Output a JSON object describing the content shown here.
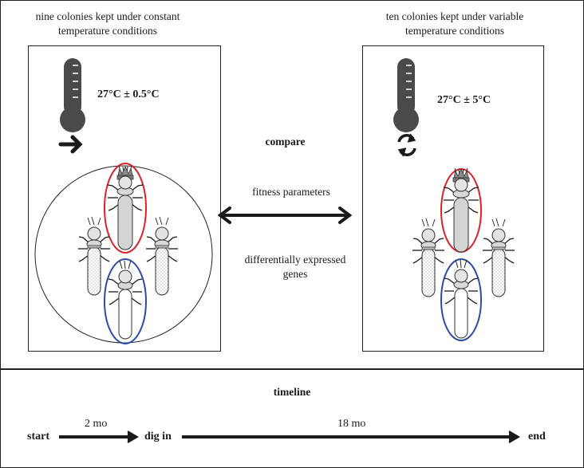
{
  "left_group": {
    "heading_line1": "nine colonies kept under constant",
    "heading_line2": "temperature conditions",
    "temperature": "27°C ± 0.5°C",
    "indicator_icon": "arrow-right-icon"
  },
  "right_group": {
    "heading_line1": "ten colonies kept under variable",
    "heading_line2": "temperature conditions",
    "temperature": "27°C ± 5°C",
    "indicator_icon": "cycle-arrows-icon"
  },
  "center": {
    "compare_label": "compare",
    "fitness_label": "fitness parameters",
    "genes_line1": "differentially expressed",
    "genes_line2": "genes"
  },
  "timeline": {
    "title": "timeline",
    "start": "start",
    "interval_1": "2 mo",
    "dig_in": "dig in",
    "interval_2": "18 mo",
    "end": "end"
  },
  "colors": {
    "queen_outline": "#d9232a",
    "king_outline": "#2b4ca6",
    "icon_gray": "#4a4a4a",
    "body_fill": "#d4d4d4"
  }
}
